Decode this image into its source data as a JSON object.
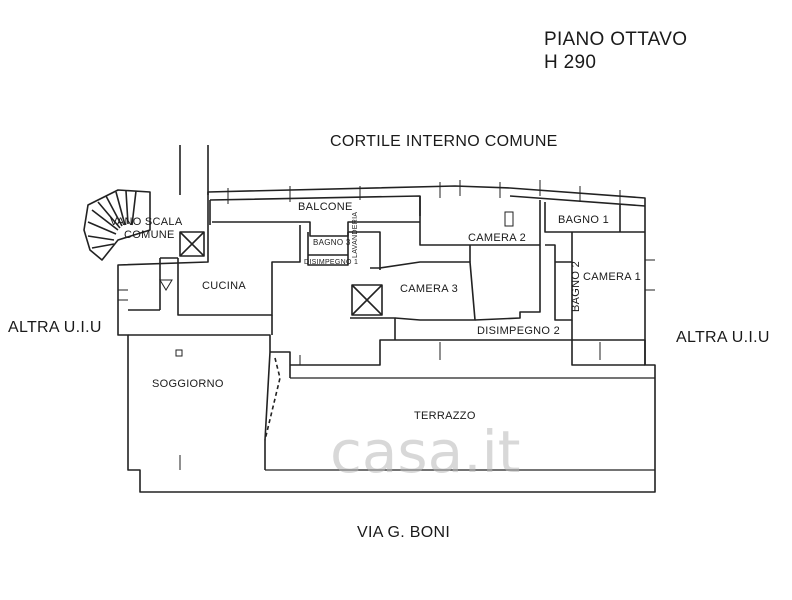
{
  "header": {
    "floor": "PIANO OTTAVO",
    "height": "H 290"
  },
  "surroundings": {
    "top": "CORTILE INTERNO COMUNE",
    "left": "ALTRA U.I.U",
    "right": "ALTRA U.I.U",
    "bottom": "VIA G. BONI"
  },
  "rooms": {
    "stairwell_line1": "VANO SCALA",
    "stairwell_line2": "COMUNE",
    "balcony": "BALCONE",
    "bath3": "BAGNO 3",
    "hall1": "DISIMPEGNO 1",
    "laundry": "LAVANDERIA",
    "kitchen": "CUCINA",
    "bedroom2": "CAMERA 2",
    "bedroom3": "CAMERA 3",
    "bath1": "BAGNO 1",
    "bath2": "BAGNO 2",
    "bedroom1": "CAMERA 1",
    "hall2": "DISIMPEGNO 2",
    "living": "SOGGIORNO",
    "terrace": "TERRAZZO"
  },
  "watermark": "casa.it"
}
